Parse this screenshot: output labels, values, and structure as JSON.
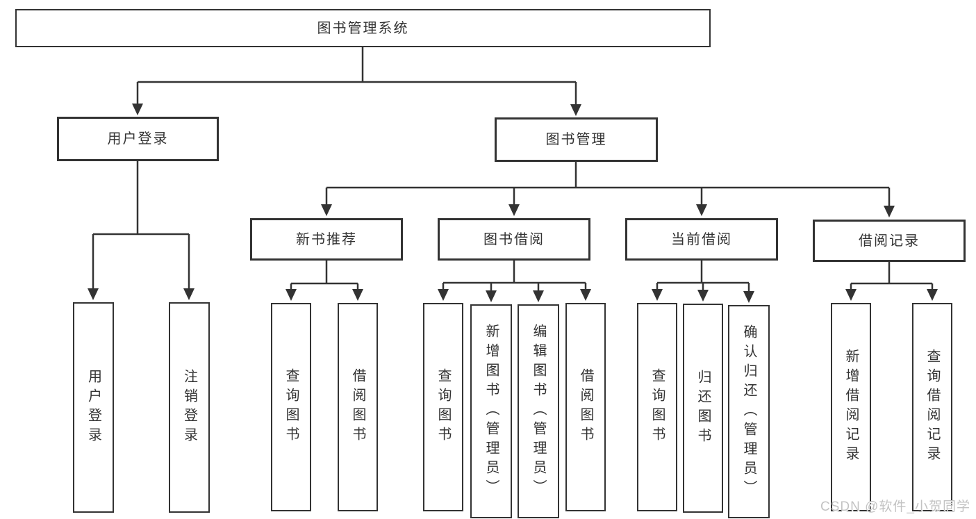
{
  "diagram": {
    "title_node": {
      "label": "图书管理系统"
    },
    "branches": {
      "user_login": {
        "label": "用户登录",
        "children": [
          {
            "label": "用户登录"
          },
          {
            "label": "注销登录"
          }
        ]
      },
      "book_management": {
        "label": "图书管理",
        "sections": [
          {
            "label": "新书推荐",
            "children": [
              {
                "label": "查询图书"
              },
              {
                "label": "借阅图书"
              }
            ]
          },
          {
            "label": "图书借阅",
            "children": [
              {
                "label": "查询图书"
              },
              {
                "label": "新增图书（管理员）"
              },
              {
                "label": "编辑图书（管理员）"
              },
              {
                "label": "借阅图书"
              }
            ]
          },
          {
            "label": "当前借阅",
            "children": [
              {
                "label": "查询图书"
              },
              {
                "label": "归还图书"
              },
              {
                "label": "确认归还（管理员）"
              }
            ]
          },
          {
            "label": "借阅记录",
            "children": [
              {
                "label": "新增借阅记录"
              },
              {
                "label": "查询借阅记录"
              }
            ]
          }
        ]
      }
    }
  },
  "watermark": {
    "text": "CSDN @软件_小贺同学",
    "color": "#c3c3c3"
  },
  "colors": {
    "line": "#333333",
    "text": "#333333",
    "background": "#ffffff"
  }
}
